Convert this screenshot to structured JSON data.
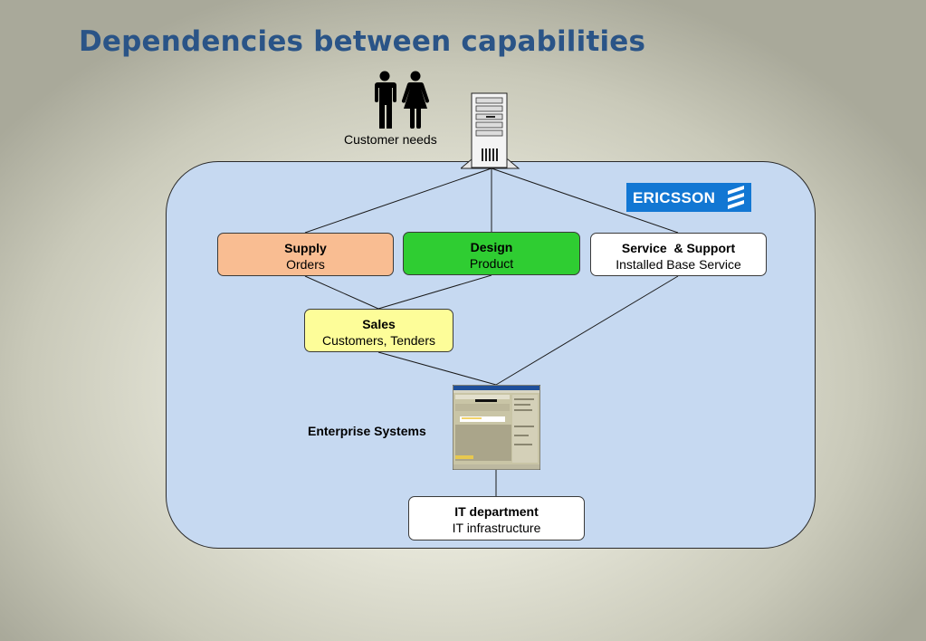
{
  "title": "Dependencies between capabilities",
  "customer_label": "Customer needs",
  "logo_text": "ERICSSON",
  "boxes": {
    "supply": {
      "title": "Supply",
      "subtitle": "Orders",
      "color": "#f9bd92"
    },
    "design": {
      "title": "Design",
      "subtitle": "Product",
      "color": "#2fcd32"
    },
    "service": {
      "title": "Service  & Support",
      "subtitle": "Installed Base Service",
      "color": "#ffffff"
    },
    "sales": {
      "title": "Sales",
      "subtitle": "Customers, Tenders",
      "color": "#fdfd99"
    },
    "it": {
      "title": "IT department",
      "subtitle": "IT infrastructure",
      "color": "#ffffff"
    }
  },
  "enterprise_label": "Enterprise Systems",
  "colors": {
    "title": "#2a5487",
    "region": "#c6d9f1",
    "logo": "#1277d3"
  },
  "icons": [
    "people-icon",
    "server-icon",
    "ericsson-logo-mark",
    "enterprise-screen-thumbnail"
  ]
}
